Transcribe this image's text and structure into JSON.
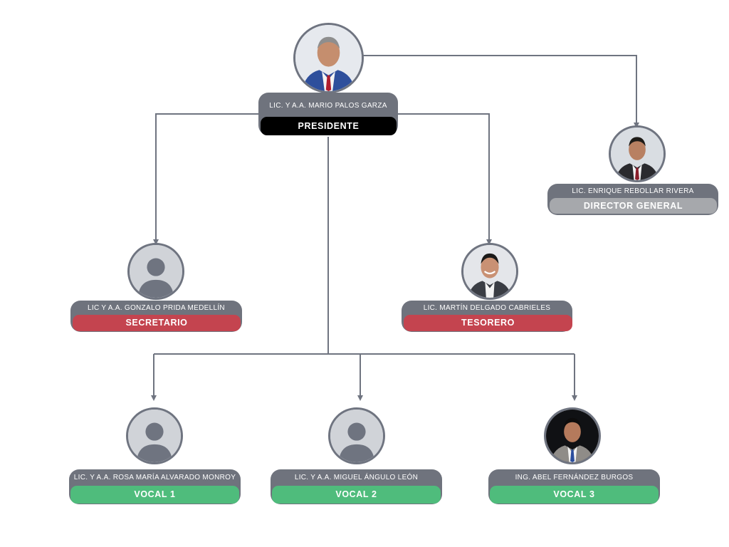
{
  "colors": {
    "plate": "#6f737d",
    "connector": "#6f7480",
    "president_badge": "#000000",
    "director_badge": "#a6a8ac",
    "officer_badge": "#c4444f",
    "vocal_badge": "#4fbc7c"
  },
  "president": {
    "name": "LIC. Y A.A. MARIO PALOS GARZA",
    "role": "PRESIDENTE",
    "photo": "photo-man-grey-hair-blue-suit"
  },
  "director": {
    "name": "LIC. ENRIQUE REBOLLAR RIVERA",
    "role": "DIRECTOR GENERAL",
    "photo": "photo-man-dark-suit"
  },
  "secretary": {
    "name": "LIC Y A.A. GONZALO PRIDA MEDELLÍN",
    "role": "SECRETARIO",
    "photo": "placeholder-person-icon"
  },
  "treasurer": {
    "name": "LIC. MARTÍN DELGADO CABRIELES",
    "role": "TESORERO",
    "photo": "photo-man-smiling"
  },
  "vocals": [
    {
      "name": "LIC. Y A.A. ROSA MARÍA ALVARADO MONROY",
      "role": "VOCAL 1",
      "photo": "placeholder-person-icon"
    },
    {
      "name": "LIC. Y A.A. MIGUEL ÁNGULO LEÓN",
      "role": "VOCAL 2",
      "photo": "placeholder-person-icon"
    },
    {
      "name": "ING. ABEL FERNÁNDEZ BURGOS",
      "role": "VOCAL 3",
      "photo": "photo-man-suit-dark-background"
    }
  ]
}
